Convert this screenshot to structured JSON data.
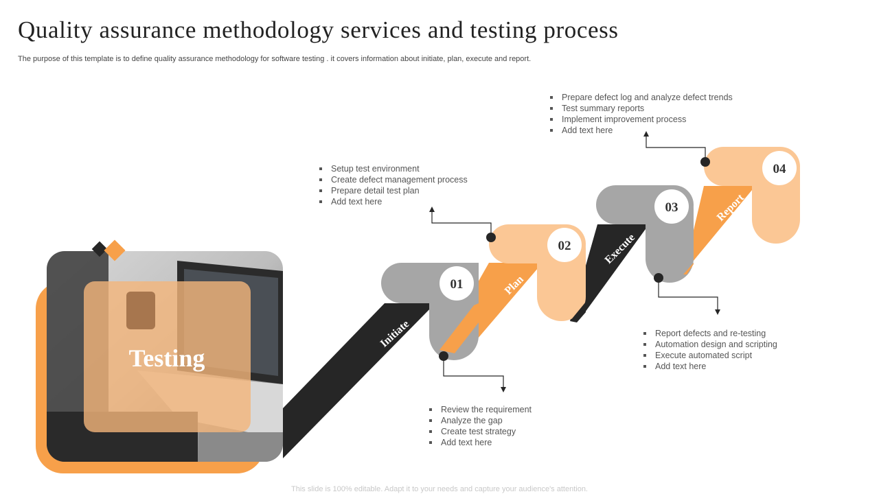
{
  "title": "Quality assurance methodology services and testing process",
  "subtitle": "The purpose of this template is to define quality assurance methodology for software testing . it covers information about initiate, plan, execute and report.",
  "footer": "This slide is 100% editable. Adapt it to your needs and capture your audience's attention.",
  "image": {
    "label": "Testing"
  },
  "colors": {
    "dark": "#262626",
    "gray": "#a6a6a6",
    "orange": "#f7a04a",
    "peach": "#fbc795"
  },
  "steps": [
    {
      "number": "01",
      "label": "Initiate",
      "items": [
        "Review  the requirement",
        "Analyze the gap",
        "Create  test strategy",
        "Add text here"
      ]
    },
    {
      "number": "02",
      "label": "Plan",
      "items": [
        "Setup test environment",
        "Create  defect  management  process",
        "Prepare  detail test plan",
        "Add text here"
      ]
    },
    {
      "number": "03",
      "label": "Execute",
      "items": [
        "Report  defects  and re-testing",
        "Automation design and scripting",
        "Execute automated  script",
        "Add text here"
      ]
    },
    {
      "number": "04",
      "label": "Report",
      "items": [
        "Prepare  defect log and analyze defect trends",
        "Test summary reports",
        "Implement  improvement  process",
        "Add text here"
      ]
    }
  ]
}
